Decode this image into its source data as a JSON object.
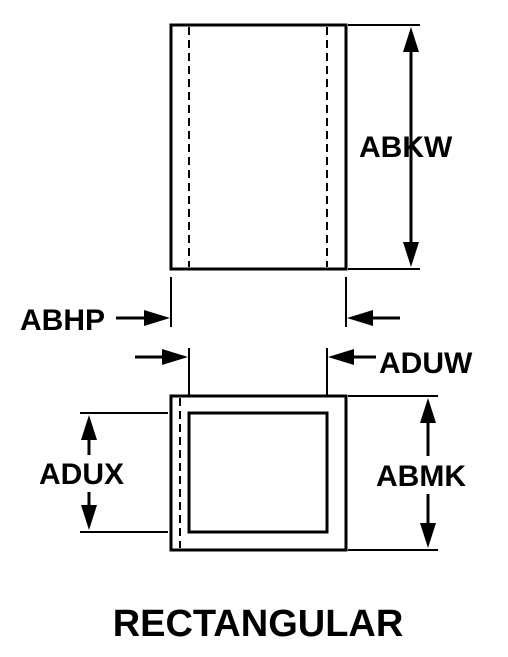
{
  "labels": {
    "abkw": "ABKW",
    "abhp": "ABHP",
    "aduw": "ADUW",
    "adux": "ADUX",
    "abmk": "ABMK"
  },
  "caption": "RECTANGULAR",
  "colors": {
    "line": "#000000",
    "background": "#ffffff"
  }
}
